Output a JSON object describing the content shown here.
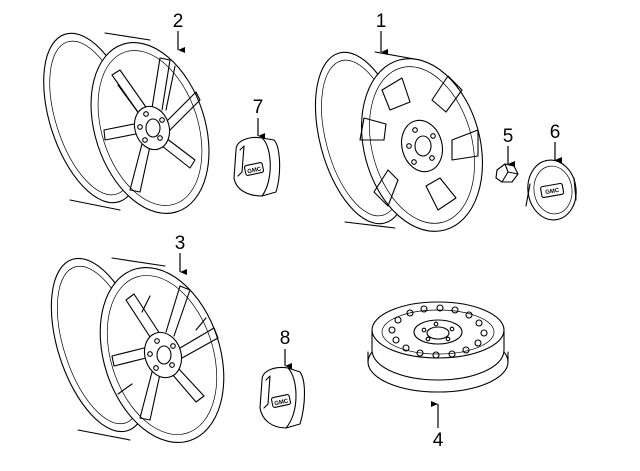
{
  "diagram": {
    "parts": [
      {
        "id": "wheel-1",
        "callout": "1"
      },
      {
        "id": "wheel-2",
        "callout": "2"
      },
      {
        "id": "wheel-3",
        "callout": "3"
      },
      {
        "id": "spare-wheel",
        "callout": "4"
      },
      {
        "id": "lug-nut",
        "callout": "5"
      },
      {
        "id": "center-cap-6",
        "callout": "6"
      },
      {
        "id": "center-cap-7",
        "callout": "7"
      },
      {
        "id": "center-cap-8",
        "callout": "8"
      }
    ],
    "cap_logo_text": "GMC"
  }
}
